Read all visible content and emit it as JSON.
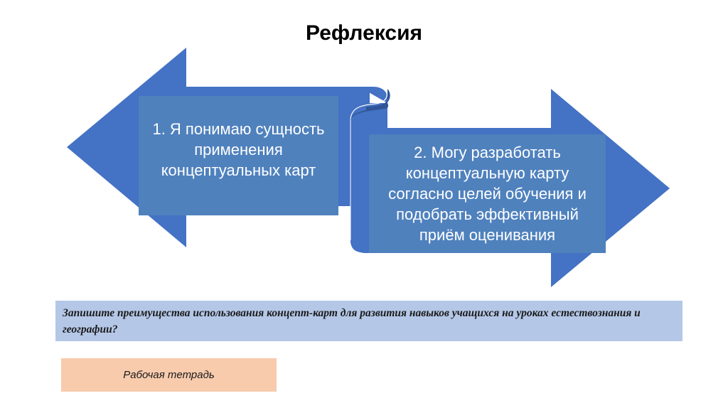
{
  "slide": {
    "title": "Рефлексия"
  },
  "diagram": {
    "left_arrow": {
      "direction": "left",
      "color": "#4472c4",
      "label": "1. Я понимаю сущность применения концептуальных карт",
      "lines": [
        "1. Я понимаю сущность",
        "применения",
        "концептуальных карт"
      ]
    },
    "right_arrow": {
      "direction": "right",
      "color": "#4472c4",
      "label": "2. Могу разработать концептуальную карту согласно целей обучения и подобрать эффективный приём оценивания",
      "lines": [
        "2. Могу разработать",
        "концептуальную карту",
        "согласно целей обучения и",
        "подобрать эффективный",
        "приём оценивания"
      ]
    },
    "box_color": "#4f81bd",
    "scroll_shadow_color": "#2f5597"
  },
  "question": {
    "text": "Запишите преимущества использования концепт-карт для развития навыков учащихся на уроках естествознания и географии?",
    "background": "#b4c7e7"
  },
  "workbook": {
    "label": "Рабочая тетрадь",
    "background": "#f8cbad"
  }
}
